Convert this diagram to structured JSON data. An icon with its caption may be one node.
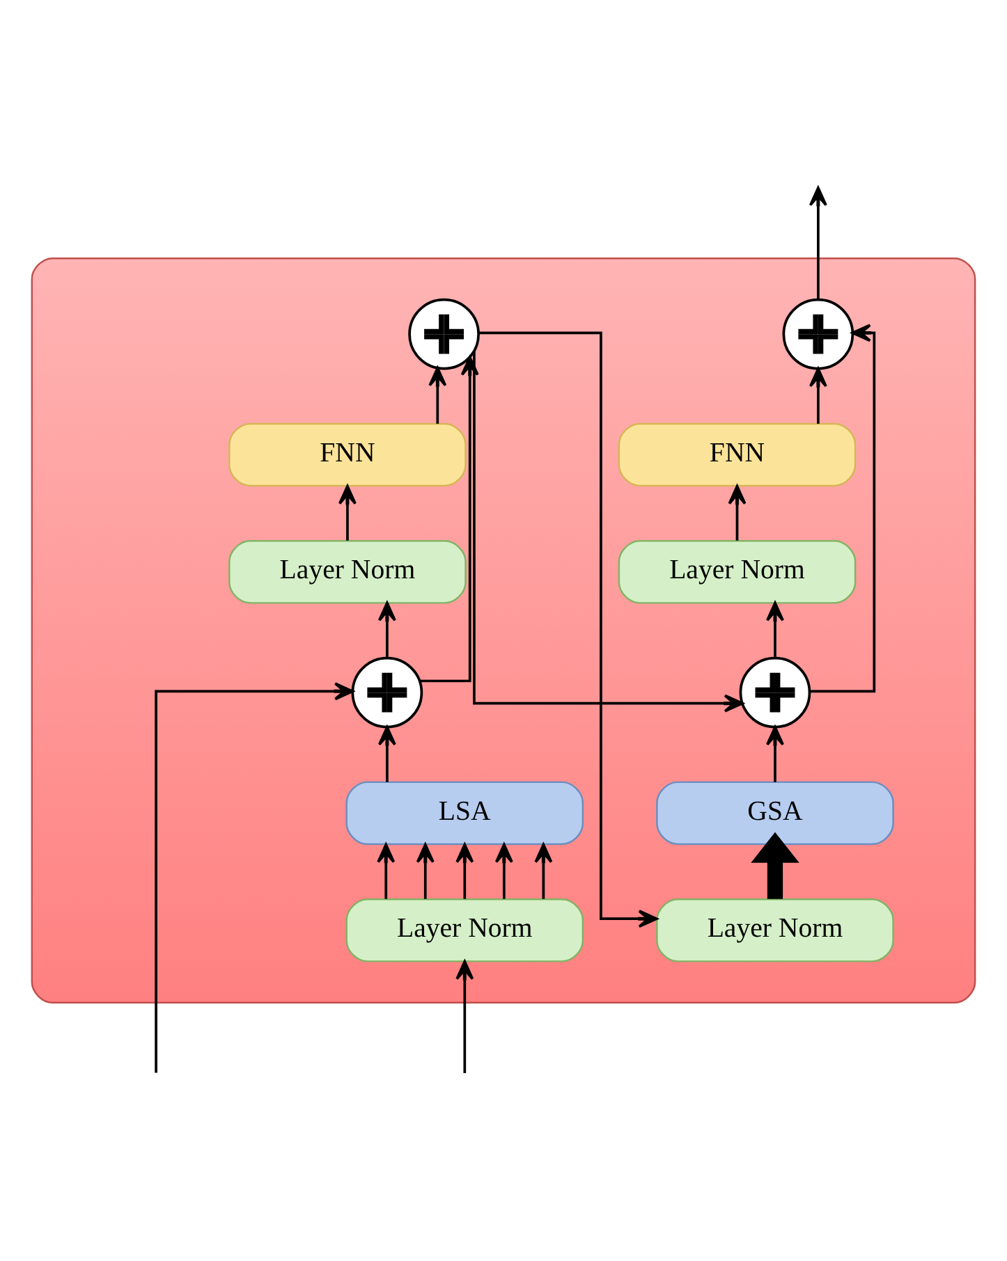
{
  "diagram": {
    "nodes": [
      {
        "text": [],
        "shape": "box"
      },
      {
        "text": [
          "Layer Norm"
        ],
        "in": 0
      },
      {
        "text": [
          "LSA"
        ],
        "in": 0
      },
      {
        "text": [],
        "shape": "circle",
        "in": 0
      },
      {
        "text": [
          "Layer Norm"
        ],
        "in": 0
      },
      {
        "text": [
          "FNN"
        ],
        "in": 0
      },
      {
        "text": [],
        "shape": "circle",
        "in": 0
      },
      {
        "text": [
          "Layer Norm"
        ],
        "in": 0
      },
      {
        "text": [
          "GSA"
        ],
        "in": 0
      },
      {
        "text": [],
        "shape": "circle",
        "in": 0
      },
      {
        "text": [
          "Layer Norm"
        ],
        "in": 0
      },
      {
        "text": [
          "FNN"
        ],
        "in": 0
      },
      {
        "text": [],
        "shape": "circle",
        "in": 0
      }
    ],
    "edges": [
      {
        "from": null,
        "to": 1,
        "arrow": "to"
      },
      {
        "from": null,
        "to": 3,
        "arrow": "to"
      },
      {
        "from": 1,
        "to": 2,
        "arrow": "to"
      },
      {
        "from": 1,
        "to": 2,
        "arrow": "to"
      },
      {
        "from": 1,
        "to": 2,
        "arrow": "to"
      },
      {
        "from": 1,
        "to": 2,
        "arrow": "to"
      },
      {
        "from": 1,
        "to": 2,
        "arrow": "to"
      },
      {
        "from": 2,
        "to": 3,
        "arrow": "to"
      },
      {
        "from": 3,
        "to": 4,
        "arrow": "to"
      },
      {
        "from": 3,
        "to": 6,
        "arrow": "to"
      },
      {
        "from": 4,
        "to": 5,
        "arrow": "to"
      },
      {
        "from": 5,
        "to": 6,
        "arrow": "to"
      },
      {
        "from": 6,
        "to": 7,
        "arrow": "to"
      },
      {
        "from": 6,
        "to": 9,
        "arrow": "to"
      },
      {
        "from": 7,
        "to": 8,
        "arrow": "to",
        "style": "thick"
      },
      {
        "from": 8,
        "to": 9,
        "arrow": "to"
      },
      {
        "from": 9,
        "to": 10,
        "arrow": "to"
      },
      {
        "from": 9,
        "to": 12,
        "arrow": "to"
      },
      {
        "from": 10,
        "to": 11,
        "arrow": "to"
      },
      {
        "from": 11,
        "to": 12,
        "arrow": "to"
      },
      {
        "from": 12,
        "to": null,
        "arrow": "to"
      }
    ]
  }
}
